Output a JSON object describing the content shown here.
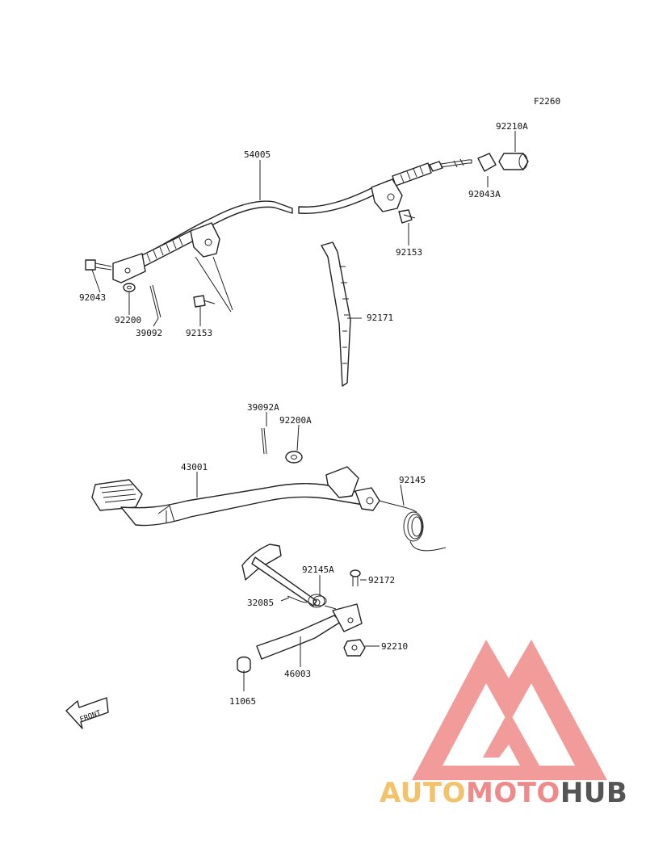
{
  "diagram": {
    "figure_id": "F2260",
    "part_labels": {
      "p92210A": "92210A",
      "p54005": "54005",
      "p92043A": "92043A",
      "p92153a": "92153",
      "p92043": "92043",
      "p92200": "92200",
      "p39092": "39092",
      "p92153b": "92153",
      "p92171": "92171",
      "p39092A": "39092A",
      "p92200A": "92200A",
      "p43001": "43001",
      "p92145": "92145",
      "p92145A": "92145A",
      "p92172": "92172",
      "p32085": "32085",
      "p92210": "92210",
      "p46003": "46003",
      "p11065": "11065"
    },
    "front_arrow_label": "FRONT"
  },
  "watermark": {
    "brand_parts": [
      "AUTO",
      "MOTO",
      "HUB"
    ],
    "colors": {
      "auto": "#f4c26b",
      "moto": "#ef8a8a",
      "hub": "#555555",
      "triangle": "#ef8a8a"
    }
  }
}
